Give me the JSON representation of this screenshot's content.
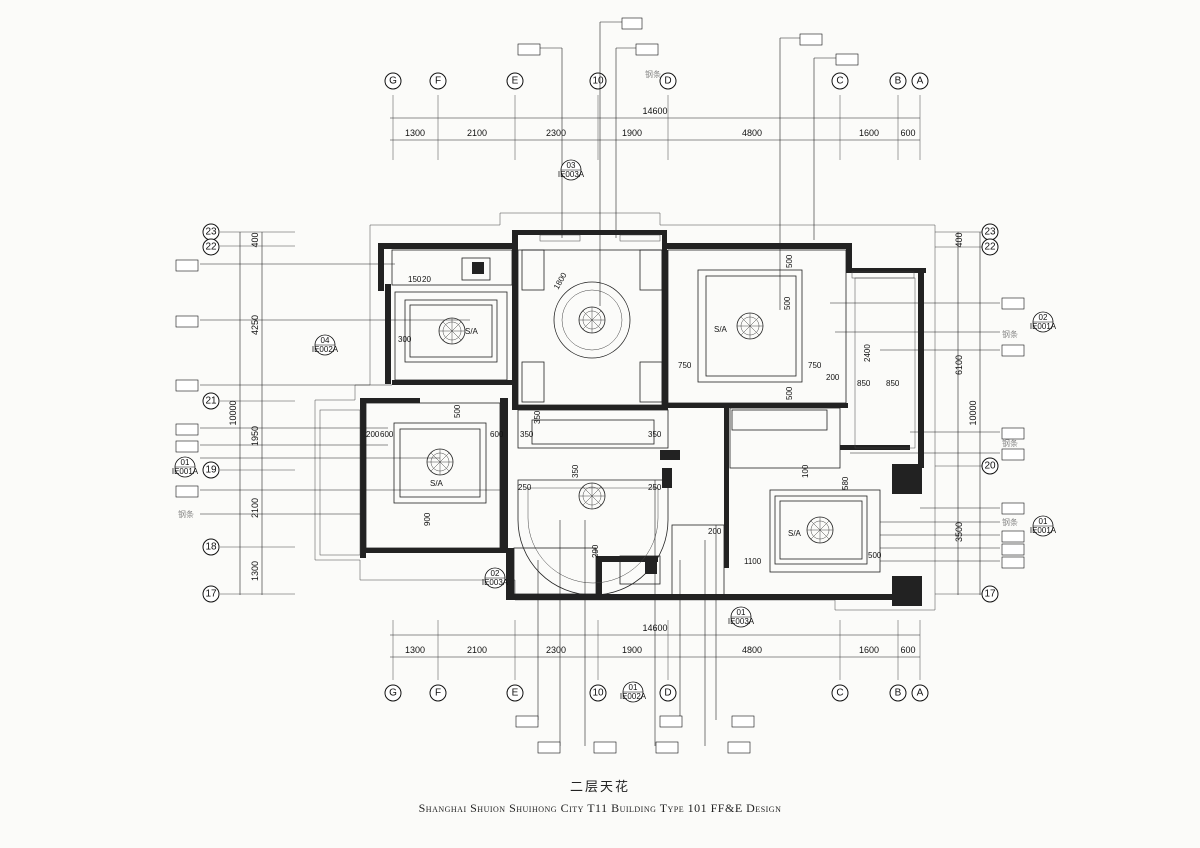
{
  "grid_top": [
    "G",
    "F",
    "E",
    "10",
    "D",
    "C",
    "B",
    "A"
  ],
  "grid_side_right": [
    "23",
    "22",
    "20",
    "17"
  ],
  "grid_side_left": [
    "23",
    "22",
    "21",
    "19",
    "18",
    "17"
  ],
  "dims_horizontal": {
    "total": "14600",
    "segments": [
      "1300",
      "2100",
      "2300",
      "1900",
      "4800",
      "1600",
      "600"
    ]
  },
  "dims_left": {
    "small": [
      "400",
      "4250",
      "1950",
      "2100",
      "1300"
    ],
    "total": "10000"
  },
  "dims_right": {
    "small": [
      "400",
      "6100",
      "3500"
    ],
    "total": "10000"
  },
  "room_dims": [
    "1800",
    "750",
    "750",
    "200",
    "850",
    "850",
    "2400",
    "500",
    "500",
    "600",
    "600",
    "200",
    "350",
    "350",
    "350",
    "350",
    "250",
    "250",
    "900",
    "1100",
    "200",
    "500",
    "500",
    "580",
    "100",
    "290",
    "150",
    "20",
    "300",
    "500"
  ],
  "sa_labels": [
    "S/A",
    "S/A",
    "S/A",
    "S/A"
  ],
  "section_markers": [
    {
      "num": "03",
      "ref": "IE003A"
    },
    {
      "num": "04",
      "ref": "IE002A"
    },
    {
      "num": "01",
      "ref": "IE001A"
    },
    {
      "num": "02",
      "ref": "IE003A"
    },
    {
      "num": "02",
      "ref": "IE001A"
    },
    {
      "num": "01",
      "ref": "IE001A"
    },
    {
      "num": "01",
      "ref": "IE003A"
    },
    {
      "num": "01",
      "ref": "IE002A"
    }
  ],
  "notes": [
    "钢条",
    "钢条",
    "钢条",
    "钢条",
    "钢条"
  ],
  "caption": {
    "title_cn": "二层天花",
    "title_en": "Shanghai Shuion Shuihong City T11 Building Type 101 FF&E Design"
  }
}
